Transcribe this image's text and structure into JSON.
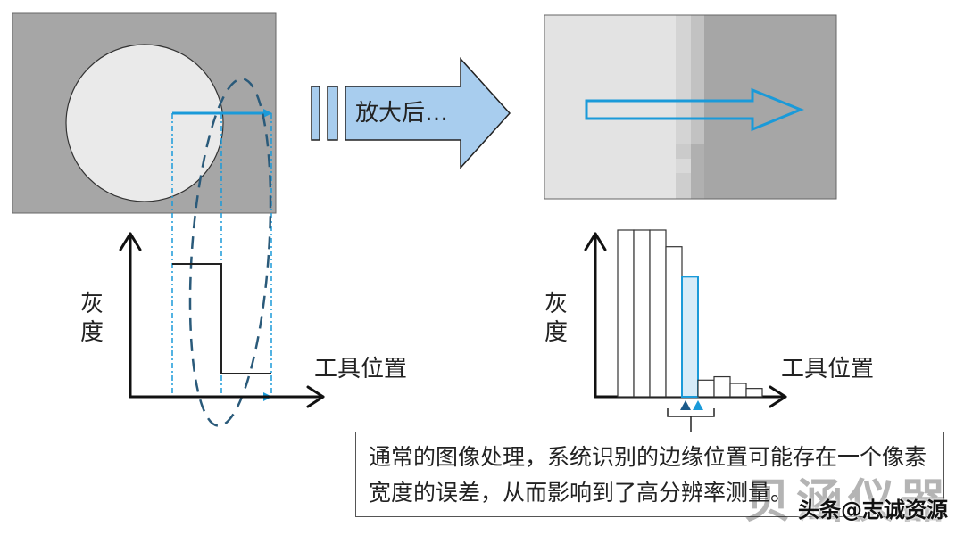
{
  "left_panel": {
    "y_axis_label": "灰度",
    "x_axis_label": "工具位置"
  },
  "center_arrow": {
    "label": "放大后…",
    "fill_color": "#a8cdee"
  },
  "right_panel": {
    "y_axis_label": "灰度",
    "x_axis_label": "工具位置",
    "histogram_levels": [
      1.0,
      1.0,
      1.0,
      0.9,
      0.72,
      0.1,
      0.12,
      0.08,
      0.05
    ]
  },
  "note": {
    "text": "通常的图像处理，系统识别的边缘位置可能存在一个像素宽度的误差，从而影响到了高分辨率测量。"
  },
  "watermark": {
    "text": "头条@志诚资源",
    "brand": "贝涵仪器"
  },
  "colors": {
    "scan_line": "#1a9ad9",
    "dashed_ellipse": "#2a5a7a",
    "gray_background": "#a6a6a6",
    "circle_fill": "#eaeaea",
    "highlight_bar": "#d6ebf8"
  }
}
